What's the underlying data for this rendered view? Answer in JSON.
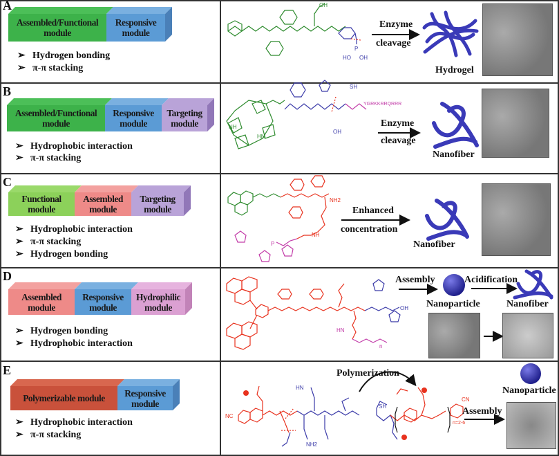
{
  "colors": {
    "green": "#3db24a",
    "blue": "#5b9bd5",
    "purple": "#a68ccc",
    "pink": "#ee8a88",
    "lightgreen": "#8cd15a",
    "pinkpurple": "#dba0d2",
    "red": "#d0523a",
    "molecule_green": "#2e8b2e",
    "molecule_blue": "#3a3aa8",
    "molecule_red": "#e8321e",
    "molecule_magenta": "#c23ca8",
    "nanostructure": "#3a3ab8"
  },
  "panels": [
    {
      "label": "A",
      "modules": [
        "Assembled/Functional module",
        "Responsive module"
      ],
      "interactions": [
        "Hydrogen bonding",
        "π-π stacking"
      ],
      "arrow_top": "Enzyme",
      "arrow_bottom": "cleavage",
      "product": "Hydrogel",
      "molecule_text": [
        "OH",
        "HO",
        "OH",
        "P"
      ]
    },
    {
      "label": "B",
      "modules": [
        "Assembled/Functional module",
        "Responsive module",
        "Targeting module"
      ],
      "interactions": [
        "Hydrophobic interaction",
        "π-π stacking"
      ],
      "arrow_top": "Enzyme",
      "arrow_bottom": "cleavage",
      "product": "Nanofiber",
      "molecule_text": [
        "YGRKKRRQRRR",
        "NH",
        "HN",
        "OH",
        "SH"
      ]
    },
    {
      "label": "C",
      "modules": [
        "Functional module",
        "Assembled module",
        "Targeting module"
      ],
      "interactions": [
        "Hydrophobic interaction",
        "π-π stacking",
        "Hydrogen bonding"
      ],
      "arrow_top": "Enhanced",
      "arrow_bottom": "concentration",
      "product": "Nanofiber",
      "molecule_text": [
        "NH2",
        "NH",
        "P"
      ]
    },
    {
      "label": "D",
      "modules": [
        "Assembled module",
        "Responsive module",
        "Hydrophilic module"
      ],
      "interactions": [
        "Hydrogen bonding",
        "Hydrophobic interaction"
      ],
      "step1": "Assembly",
      "step2": "Acidification",
      "product1": "Nanoparticle",
      "product2": "Nanofiber",
      "molecule_text": [
        "OH",
        "n",
        "HN"
      ]
    },
    {
      "label": "E",
      "modules": [
        "Polymerizable module",
        "Responsive module"
      ],
      "interactions": [
        "Hydrophobic interaction",
        "π-π stacking"
      ],
      "reaction": "Polymerization",
      "step": "Assembly",
      "product": "Nanoparticle",
      "molecule_text": [
        "NC",
        "n=2-6",
        "CN",
        "SH",
        "HN",
        "NH2"
      ]
    }
  ]
}
